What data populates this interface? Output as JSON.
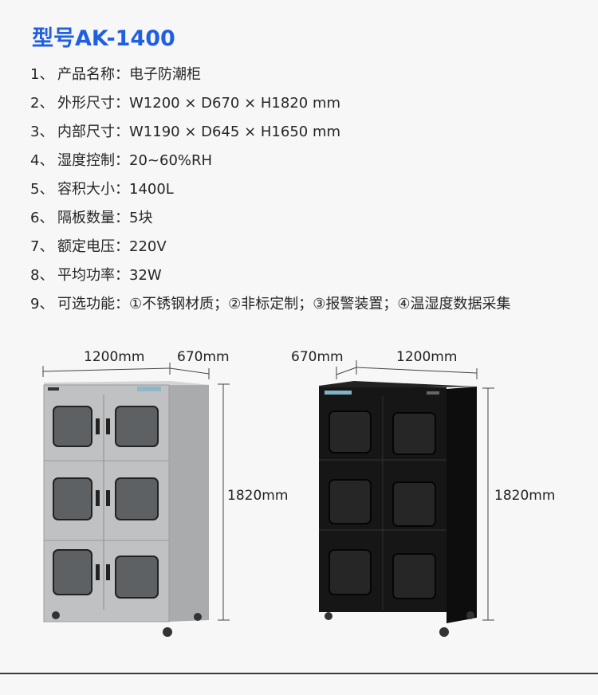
{
  "title": "型号AK-1400",
  "specs": [
    {
      "num": "1、",
      "label": "产品名称：",
      "value": "电子防潮柜"
    },
    {
      "num": "2、",
      "label": "外形尺寸：",
      "value": "W1200 × D670 × H1820 mm"
    },
    {
      "num": "3、",
      "label": "内部尺寸：",
      "value": "W1190 × D645 × H1650 mm"
    },
    {
      "num": "4、",
      "label": "湿度控制：",
      "value": "20~60%RH"
    },
    {
      "num": "5、",
      "label": "容积大小：",
      "value": "1400L"
    },
    {
      "num": "6、",
      "label": "隔板数量：",
      "value": "5块"
    },
    {
      "num": "7、",
      "label": "额定电压：",
      "value": "220V"
    },
    {
      "num": "8、",
      "label": "平均功率：",
      "value": "32W"
    },
    {
      "num": "9、",
      "label": "可选功能：",
      "value": "①不锈钢材质；②非标定制；③报警装置；④温湿度数据采集"
    }
  ],
  "figures": {
    "silver": {
      "width_label": "1200mm",
      "depth_label": "670mm",
      "height_label": "1820mm"
    },
    "black": {
      "width_label": "1200mm",
      "depth_label": "670mm",
      "height_label": "1820mm"
    }
  },
  "colors": {
    "title": "#1f5fe0",
    "silver": "#b9bbbd",
    "black": "#161616"
  }
}
